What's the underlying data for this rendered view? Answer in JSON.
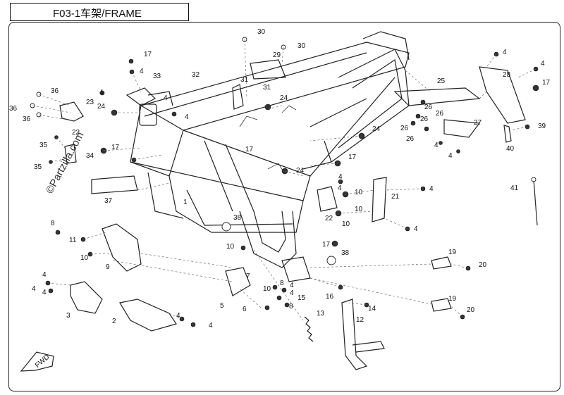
{
  "header": {
    "title": "F03-1车架/FRAME"
  },
  "watermark": "©Partzilla.com",
  "fwd_label": "FWD",
  "labels": [
    "1",
    "2",
    "3",
    "4",
    "5",
    "6",
    "7",
    "8",
    "9",
    "10",
    "11",
    "12",
    "13",
    "14",
    "15",
    "16",
    "17",
    "19",
    "20",
    "21",
    "22",
    "23",
    "24",
    "25",
    "26",
    "27",
    "28",
    "29",
    "30",
    "31",
    "32",
    "33",
    "34",
    "35",
    "36",
    "37",
    "38",
    "39",
    "40",
    "41"
  ]
}
